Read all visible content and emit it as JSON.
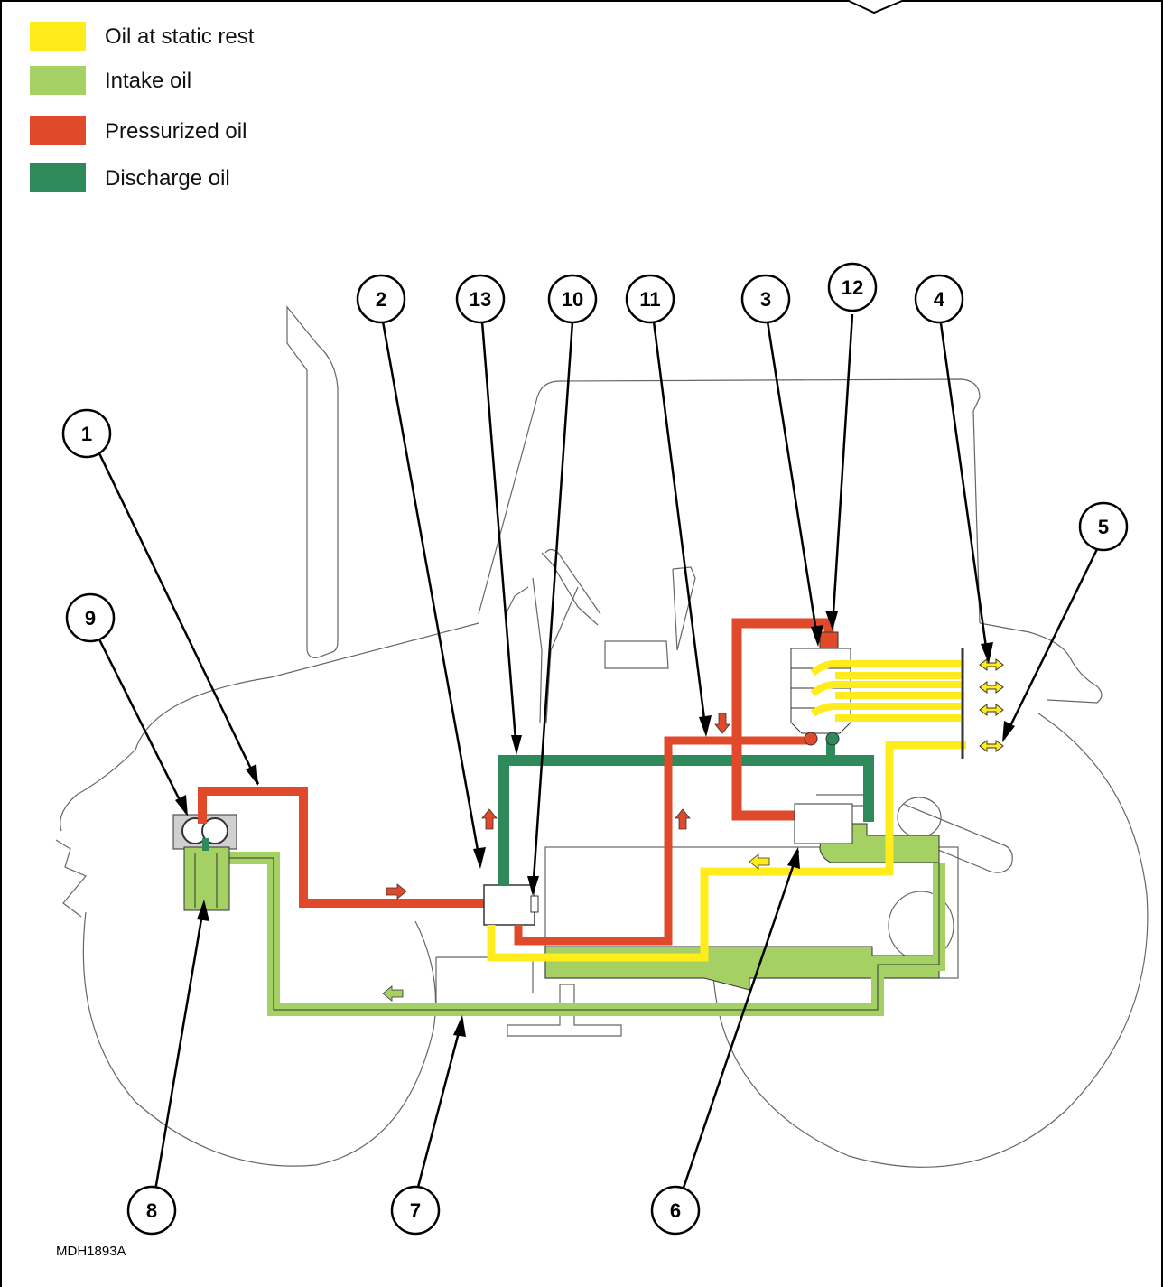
{
  "legend": [
    {
      "label": "Oil at static rest",
      "color": "#ffec1a"
    },
    {
      "label": "Intake oil",
      "color": "#a5d064"
    },
    {
      "label": "Pressurized oil",
      "color": "#e04a2a"
    },
    {
      "label": "Discharge oil",
      "color": "#2e8a5a"
    }
  ],
  "callouts": {
    "c1": "1",
    "c2": "2",
    "c3": "3",
    "c4": "4",
    "c5": "5",
    "c6": "6",
    "c7": "7",
    "c8": "8",
    "c9": "9",
    "c10": "10",
    "c11": "11",
    "c12": "12",
    "c13": "13"
  },
  "figure_code": "MDH1893A",
  "colors": {
    "static": "#ffec1a",
    "intake": "#a5d064",
    "pressure": "#e04a2a",
    "discharge": "#2e8a5a",
    "outline": "#555555"
  }
}
